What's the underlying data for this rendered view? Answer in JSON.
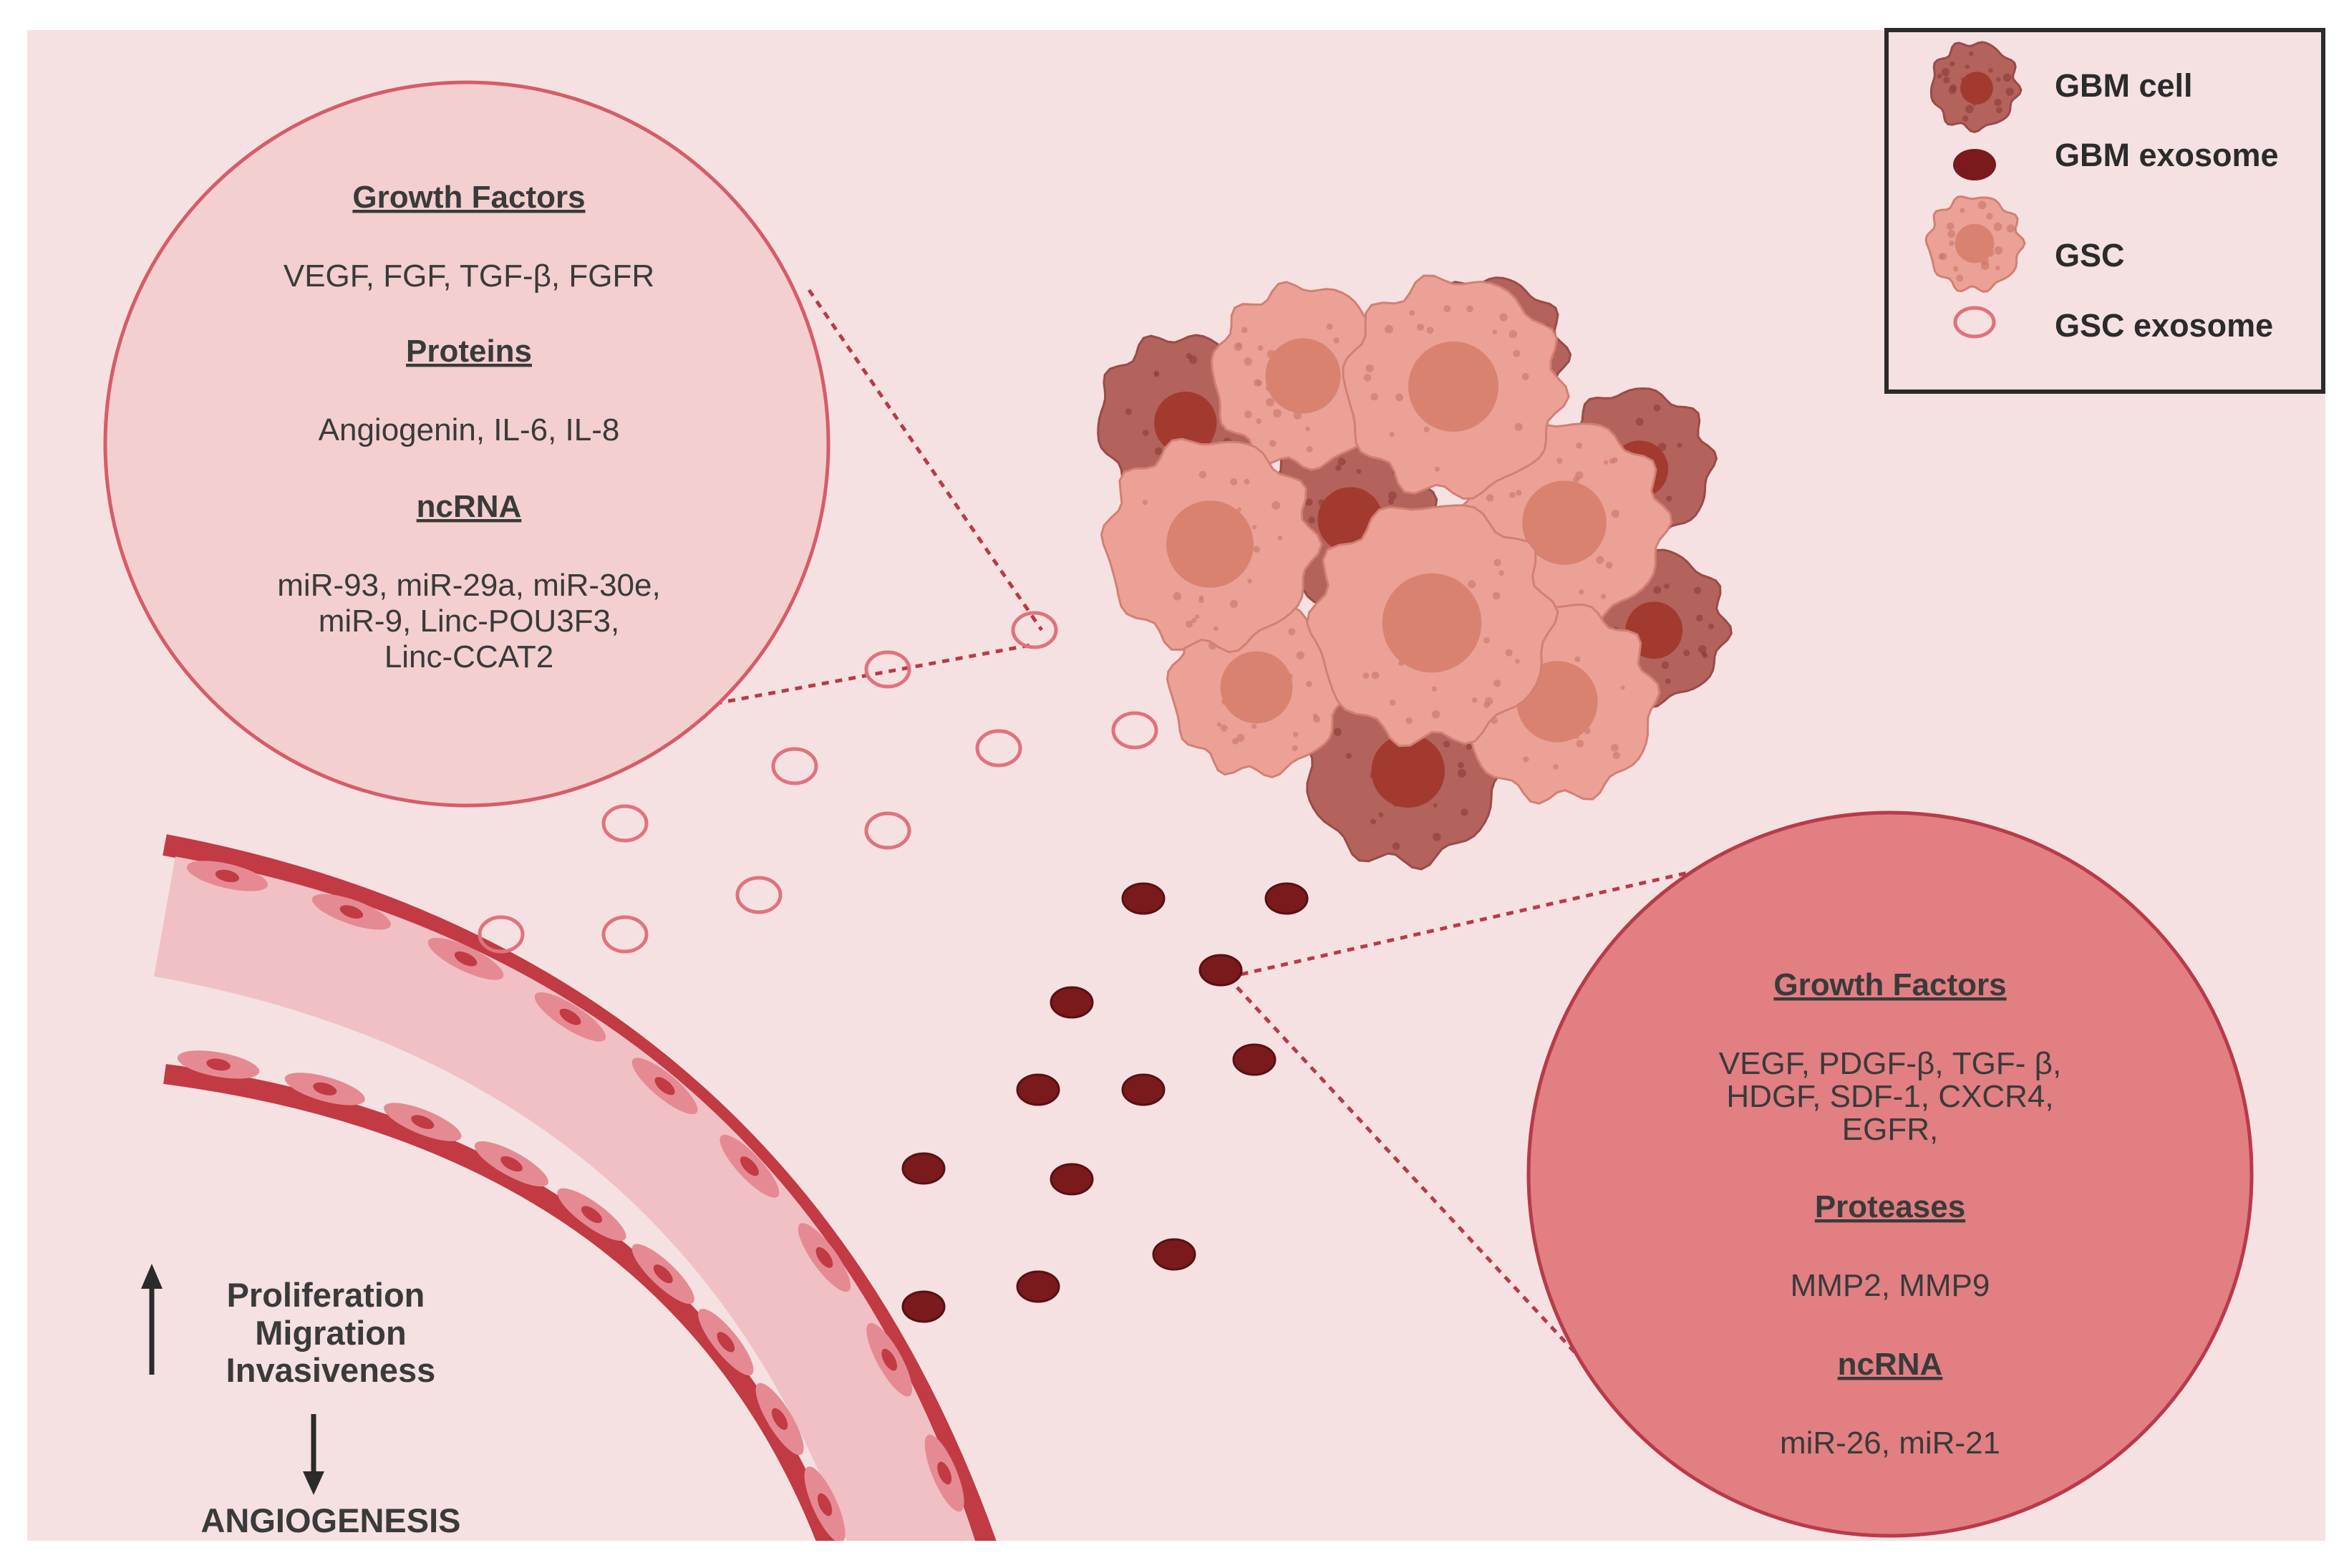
{
  "colors": {
    "background": "#f5e1e1",
    "gsc_bubble_fill": "#f4cfcf",
    "gsc_bubble_stroke": "#d65c6a",
    "gbm_bubble_fill": "#e17f82",
    "gbm_bubble_stroke": "#b93a49",
    "gbm_exosome": "#7a1a1d",
    "gsc_exosome_stroke": "#e0727f",
    "vessel_dark": "#c13a44",
    "vessel_light": "#f1c0c4",
    "vessel_cell": "#e58a92",
    "text": "#3a3a3a"
  },
  "legend": {
    "items": [
      {
        "label": "GBM cell",
        "icon": "gbm-cell-icon"
      },
      {
        "label": "GBM exosome",
        "icon": "gbm-exosome-icon"
      },
      {
        "label": "GSC",
        "icon": "gsc-icon"
      },
      {
        "label": "GSC exosome",
        "icon": "gsc-exosome-icon"
      }
    ]
  },
  "gsc_bubble": {
    "sections": [
      {
        "heading": "Growth Factors",
        "lines": [
          "VEGF, FGF, TGF-β, FGFR"
        ]
      },
      {
        "heading": "Proteins",
        "lines": [
          "Angiogenin, IL-6, IL-8"
        ]
      },
      {
        "heading": "ncRNA",
        "lines": [
          "miR-93, miR-29a, miR-30e,",
          "miR-9, Linc-POU3F3,",
          "Linc-CCAT2"
        ]
      }
    ]
  },
  "gbm_bubble": {
    "sections": [
      {
        "heading": "Growth Factors",
        "lines": [
          "VEGF, PDGF-β, TGF- β,",
          "HDGF, SDF-1, CXCR4,",
          "EGFR,"
        ]
      },
      {
        "heading": "Proteases",
        "lines": [
          "MMP2, MMP9"
        ]
      },
      {
        "heading": "ncRNA",
        "lines": [
          "miR-26, miR-21"
        ]
      }
    ]
  },
  "effects": {
    "up_lines": [
      "Proliferation",
      "Migration",
      "Invasiveness"
    ],
    "up_arrow_icon": "up-arrow-icon",
    "down_arrow_icon": "down-arrow-icon",
    "outcome": "ANGIOGENESIS"
  }
}
